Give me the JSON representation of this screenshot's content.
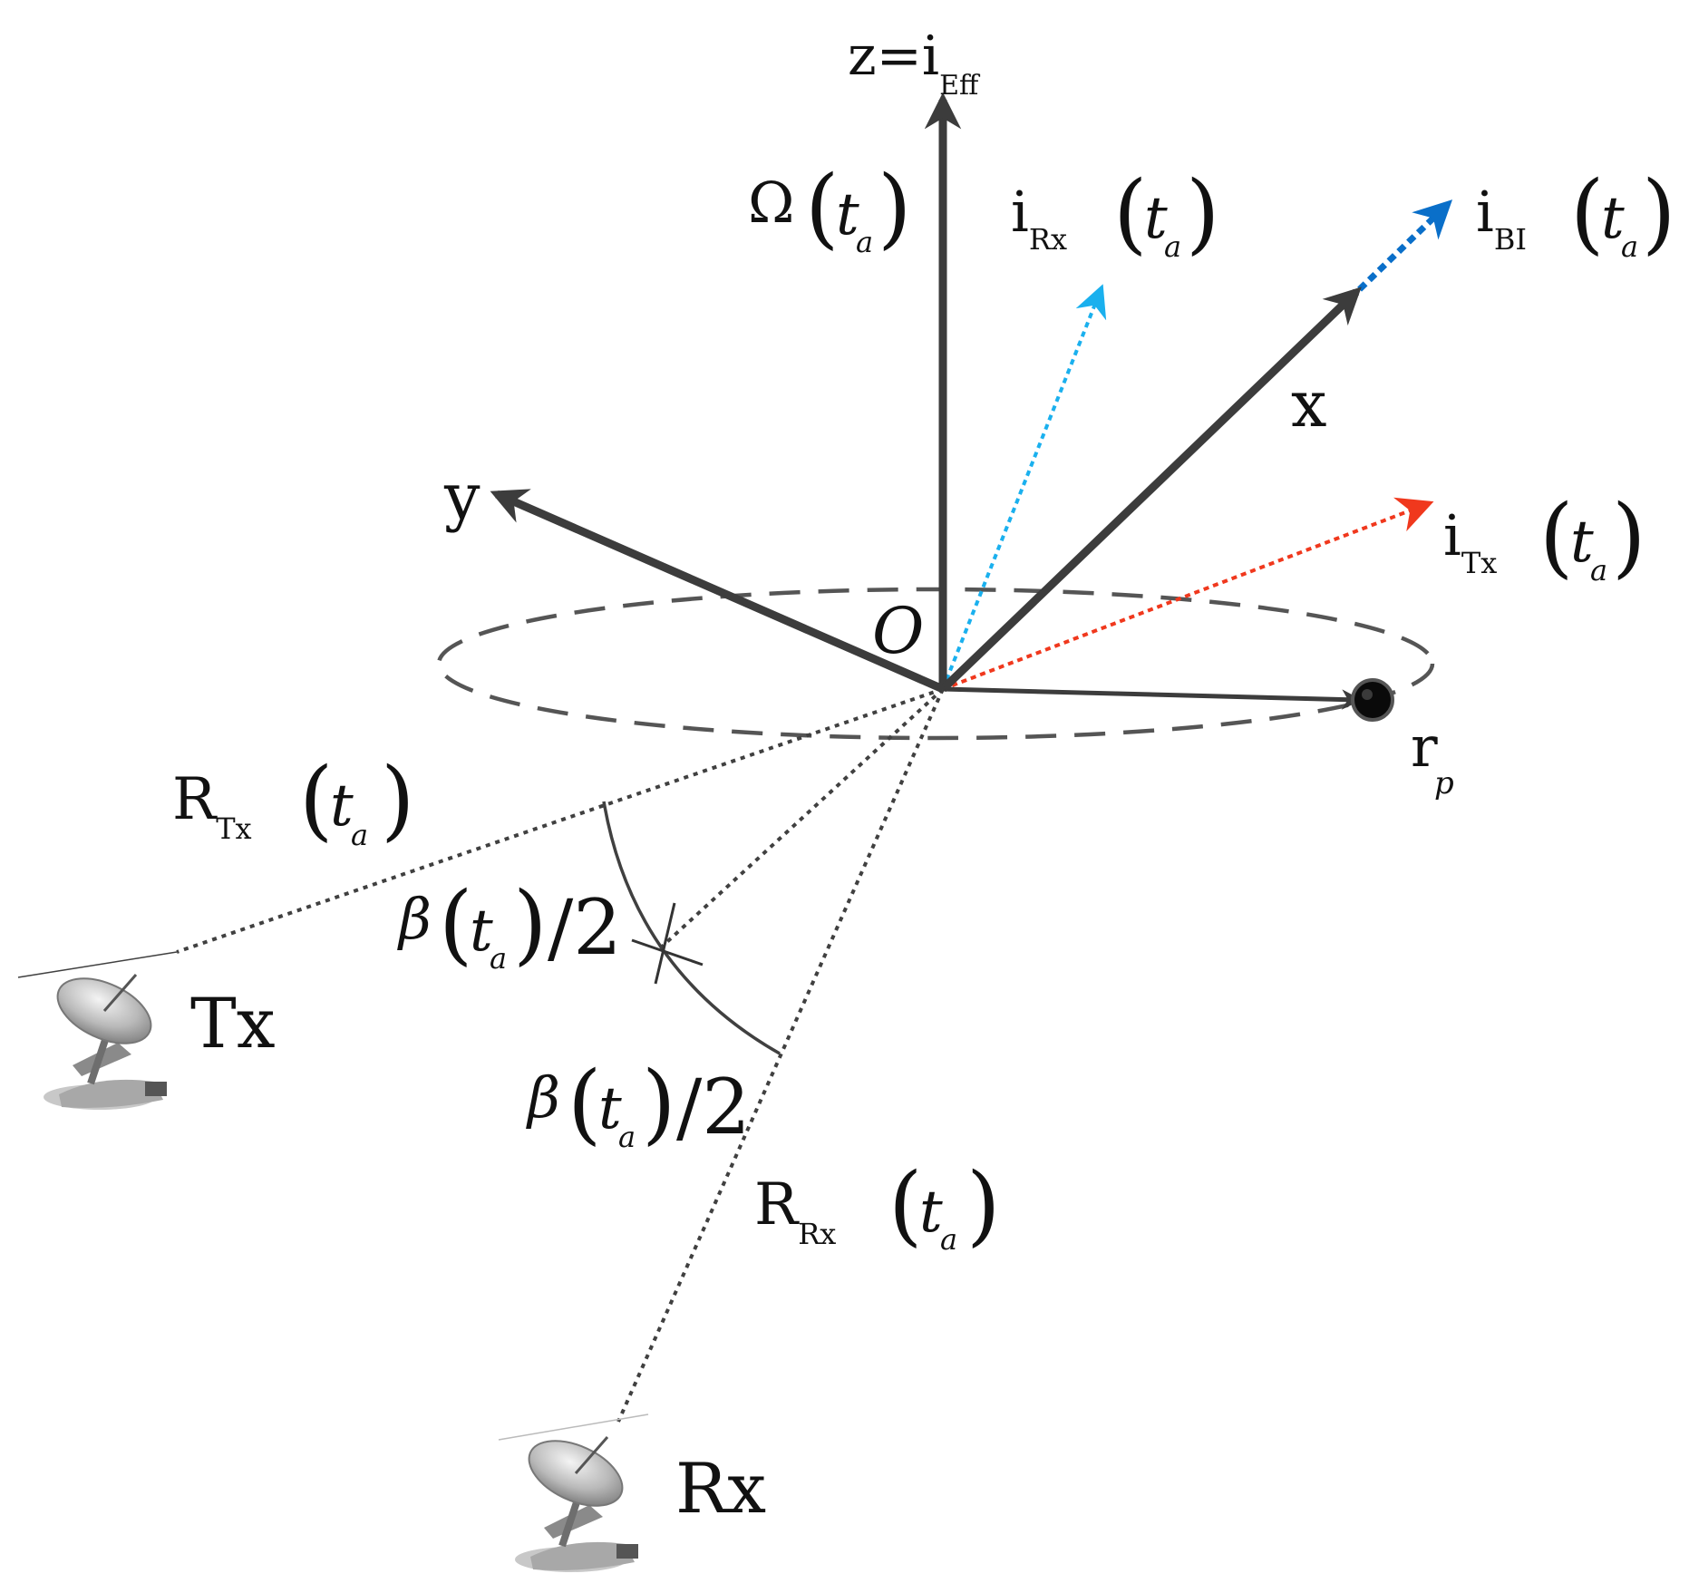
{
  "colors": {
    "axis": "#3c3c3c",
    "i_rx": "#1ab0ee",
    "i_bi": "#0a6fc9",
    "i_tx": "#f0381d",
    "line_of_sight": "#404040",
    "text": "#111111"
  },
  "labels": {
    "z_axis": {
      "main": "z=i",
      "sub": "Eff"
    },
    "omega": {
      "symbol": "Ω",
      "arg": "t",
      "arg_sub": "a"
    },
    "i_rx": {
      "main": "i",
      "sub": "Rx",
      "arg": "t",
      "arg_sub": "a"
    },
    "i_bi": {
      "main": "i",
      "sub": "BI",
      "arg": "t",
      "arg_sub": "a"
    },
    "x_axis": "x",
    "y_axis": "y",
    "i_tx": {
      "main": "i",
      "sub": "Tx",
      "arg": "t",
      "arg_sub": "a"
    },
    "origin": "O",
    "r_p": {
      "main": "r",
      "sub": "p"
    },
    "r_tx": {
      "main": "R",
      "sub": "Tx",
      "arg": "t",
      "arg_sub": "a"
    },
    "r_rx": {
      "main": "R",
      "sub": "Rx",
      "arg": "t",
      "arg_sub": "a"
    },
    "beta_upper": {
      "symbol": "β",
      "arg": "t",
      "arg_sub": "a",
      "tail": "/2"
    },
    "beta_lower": {
      "symbol": "β",
      "arg": "t",
      "arg_sub": "a",
      "tail": "/2"
    },
    "tx_station": "Tx",
    "rx_station": "Rx"
  },
  "icons": {
    "tx_antenna": "satellite-dish-icon",
    "rx_antenna": "satellite-dish-icon"
  }
}
